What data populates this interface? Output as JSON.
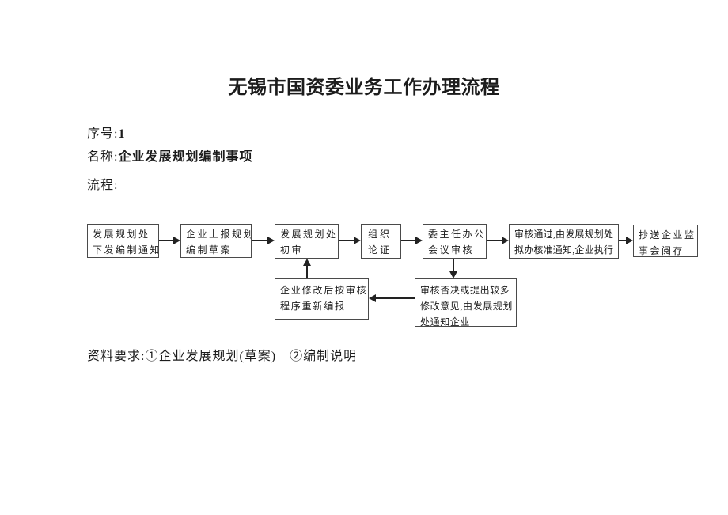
{
  "title": "无锡市国资委业务工作办理流程",
  "meta": {
    "serial_label": "序号:",
    "serial_value": "1",
    "name_label": "名称:",
    "name_value": "企业发展规划编制事项",
    "process_label": "流程:"
  },
  "flowchart": {
    "boxes": [
      {
        "name": "issue-notice",
        "lines": [
          "发展规划处",
          "下发编制通知"
        ]
      },
      {
        "name": "report-draft",
        "lines": [
          "企业上报规划",
          "编制草案"
        ]
      },
      {
        "name": "initial-review",
        "lines": [
          "发展规划处",
          "初审"
        ]
      },
      {
        "name": "organize-argumentation",
        "lines": [
          "组织",
          "论证"
        ]
      },
      {
        "name": "committee-review",
        "lines": [
          "委主任办公",
          "会议审核"
        ]
      },
      {
        "name": "approved-notice",
        "lines": [
          "审核通过,由发展规划处",
          "拟办核准通知,企业执行"
        ]
      },
      {
        "name": "copy-supervisory-board",
        "lines": [
          "抄送企业监",
          "事会阅存"
        ]
      },
      {
        "name": "revise-resubmit",
        "lines": [
          "企业修改后按审核",
          "程序重新编报"
        ]
      },
      {
        "name": "rejected-notice",
        "lines": [
          "审核否决或提出较多",
          "修改意见,由发展规划",
          "处通知企业"
        ]
      }
    ]
  },
  "requirements": {
    "label": "资料要求:",
    "items": "①企业发展规划(草案)　②编制说明"
  },
  "colors": {
    "text": "#1c1c1c",
    "box_border": "#4a4a4a",
    "background": "#ffffff"
  }
}
